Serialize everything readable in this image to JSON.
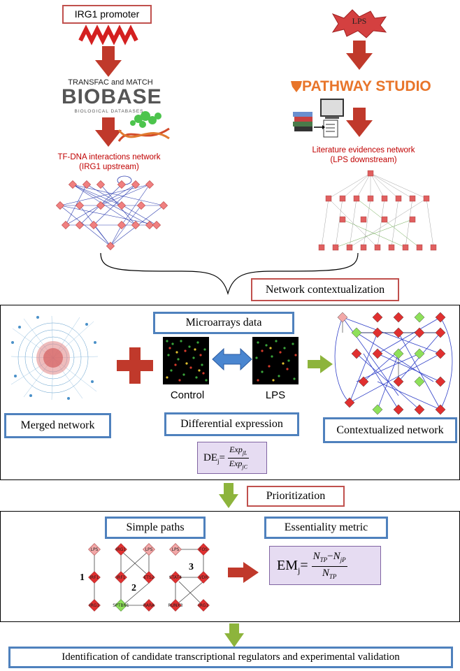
{
  "top_left": {
    "promoter_label": "IRG1 promoter",
    "transfac_label": "TRANSFAC and MATCH",
    "biobase_logo": "BIOBASE",
    "biobase_sub": "BIOLOGICAL DATABASES",
    "network_title_line1": "TF-DNA interactions network",
    "network_title_line2": "(IRG1 upstream)"
  },
  "top_right": {
    "lps_label": "LPS",
    "pathway_logo": "PATHWAY STUDIO",
    "network_title_line1": "Literature evidences network",
    "network_title_line2": "(LPS downstream)"
  },
  "contextualization_label": "Network contextualization",
  "panel1": {
    "microarrays_label": "Microarrays data",
    "control_label": "Control",
    "lps_label": "LPS",
    "merged_label": "Merged network",
    "differential_label": "Differential expression",
    "contextualized_label": "Contextualized network",
    "de_formula": {
      "lhs": "DE",
      "sub": "j",
      "num": "Exp",
      "num_sub": "jL",
      "den": "Exp",
      "den_sub": "jC"
    }
  },
  "prioritization_label": "Prioritization",
  "panel2": {
    "simple_paths_label": "Simple paths",
    "essentiality_label": "Essentiality metric",
    "path_numbers": [
      "1",
      "2",
      "3"
    ],
    "path1_nodes": [
      "LPS",
      "IRF1",
      "IRG1"
    ],
    "path2_nodes": [
      "IRG1",
      "LPS",
      "IRF1",
      "ETS2",
      "SPTBN1",
      "RARA"
    ],
    "path3_nodes": [
      "LPS",
      "FOS",
      "STAT4",
      "VDR",
      "RUNX3",
      "IRG1"
    ],
    "em_formula": {
      "lhs": "EM",
      "sub": "j",
      "num_a": "N",
      "num_a_sub": "TP",
      "minus": "−",
      "num_b": "N",
      "num_b_sub": "jP",
      "den": "N",
      "den_sub": "TP"
    }
  },
  "bottom_label": "Identification of candidate transcriptional regulators and experimental validation",
  "colors": {
    "red_border": "#c0504d",
    "blue_border": "#4f81bd",
    "arrow_red": "#c0392b",
    "arrow_green": "#8db43c",
    "node_red": "#e03030",
    "node_pink": "#f2a8a8",
    "node_green": "#8ee05a"
  }
}
